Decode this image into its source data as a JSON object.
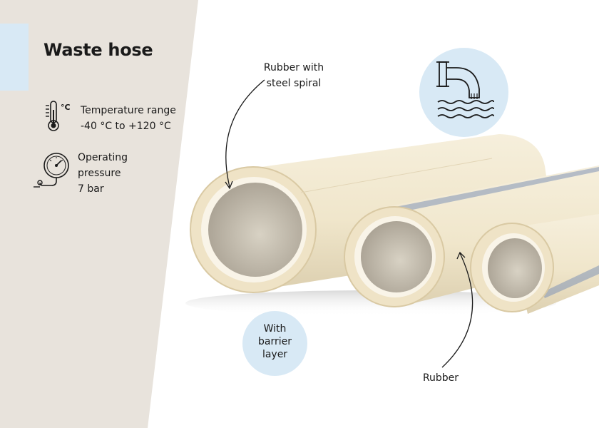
{
  "title": "Waste hose",
  "specs": {
    "temperature": {
      "icon": "thermometer-icon",
      "unit_symbol": "°C",
      "label": "Temperature range",
      "value": "-40 °C to +120 °C"
    },
    "pressure": {
      "icon": "pressure-gauge-icon",
      "line1": "Operating",
      "line2": "pressure",
      "value": "7 bar"
    }
  },
  "callouts": {
    "rubber_steel_line1": "Rubber with",
    "rubber_steel_line2": "steel spiral",
    "rubber": "Rubber",
    "barrier_line1": "With",
    "barrier_line2": "barrier",
    "barrier_line3": "layer"
  },
  "icons": {
    "waste": "waste-water-outflow-icon"
  },
  "colors": {
    "side_panel": "#e8e3dc",
    "bubble": "#d8e9f5",
    "hose_outer": "#f0e6cb",
    "hose_inner": "#c4bcab",
    "text": "#1a1a1a"
  }
}
